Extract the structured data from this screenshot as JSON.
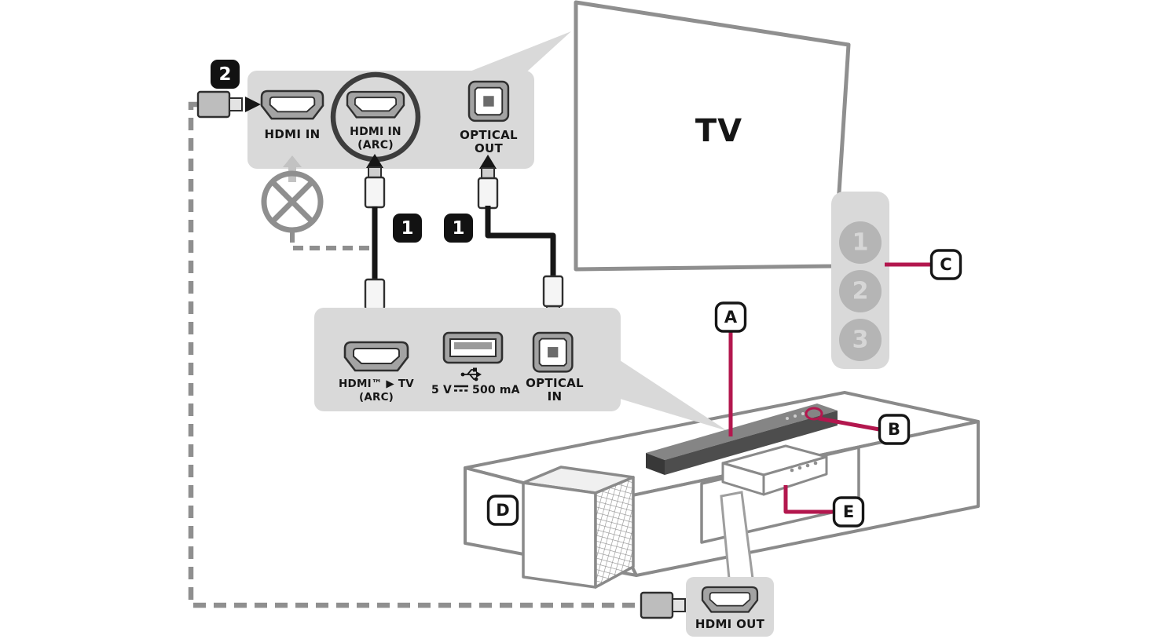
{
  "colors": {
    "accent": "#b3174e",
    "panel": "#d9d9d9",
    "cable_black": "#161616",
    "cable_gray": "#8f8f8f"
  },
  "steps": {
    "step2_badge": "2",
    "step1_hdmi_badge": "1",
    "step1_optical_badge": "1"
  },
  "tv": {
    "label": "TV"
  },
  "tv_ports": {
    "hdmi_in_label": "HDMI IN",
    "hdmi_in_arc_line1": "HDMI IN",
    "hdmi_in_arc_line2": "(ARC)",
    "optical_out_line1": "OPTICAL",
    "optical_out_line2": "OUT"
  },
  "soundbar_ports": {
    "hdmi_arc_line1": "HDMI™ ▶ TV",
    "hdmi_arc_line2": "(ARC)",
    "usb_prefix": "5 V",
    "usb_suffix": "500 mA",
    "optical_in_line1": "OPTICAL",
    "optical_in_line2": "IN"
  },
  "hdmi_out": {
    "label": "HDMI OUT"
  },
  "tv_inputs": {
    "button1": "1",
    "button2": "2",
    "button3": "3"
  },
  "callouts": {
    "soundbar": "A",
    "control_button": "B",
    "tv_inputs": "C",
    "subwoofer": "D",
    "set_top_box": "E"
  }
}
